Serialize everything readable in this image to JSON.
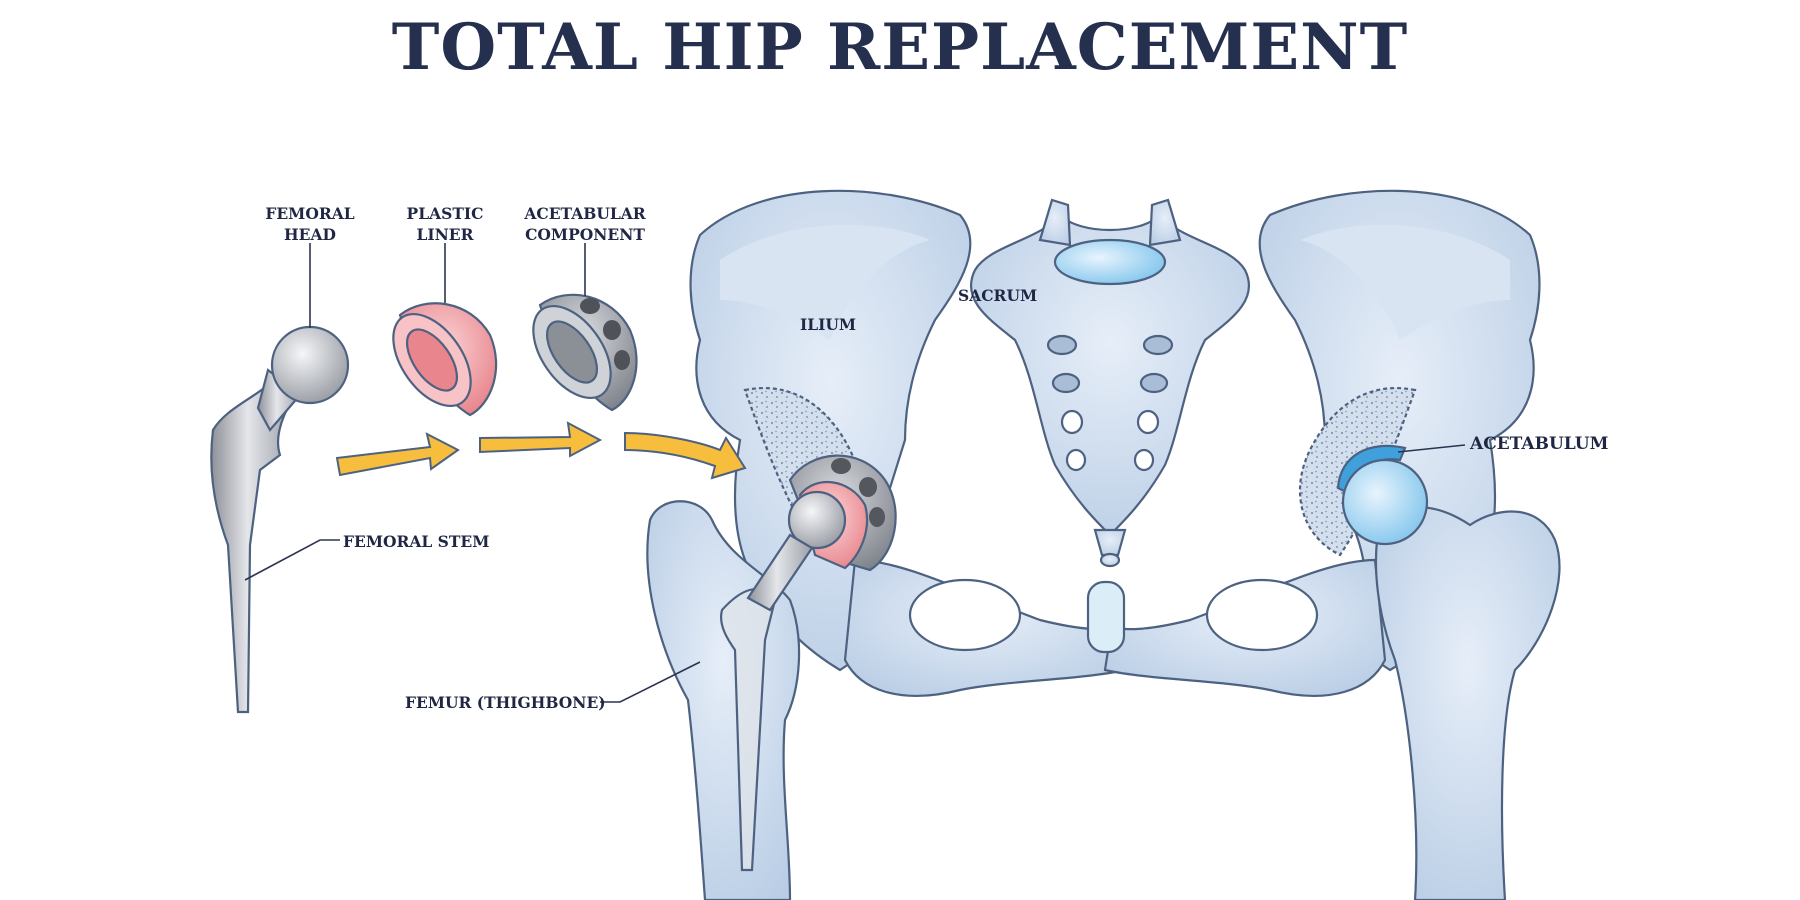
{
  "title": "TOTAL HIP REPLACEMENT",
  "labels": {
    "femoral_head": [
      "FEMORAL",
      "HEAD"
    ],
    "plastic_liner": [
      "PLASTIC",
      "LINER"
    ],
    "acetabular_component": [
      "ACETABULAR",
      "COMPONENT"
    ],
    "femoral_stem": "FEMORAL STEM",
    "femur": "FEMUR (THIGHBONE)",
    "ilium": "ILIUM",
    "sacrum": "SACRUM",
    "acetabulum": "ACETABULUM"
  },
  "colors": {
    "title": "#25304f",
    "bone": "#c9d9ec",
    "bone_outline": "#4d6181",
    "metal": "#b9bcc2",
    "liner": "#f2a3a8",
    "arrow": "#f7bd3d",
    "cartilage": "#3fa0dc"
  }
}
